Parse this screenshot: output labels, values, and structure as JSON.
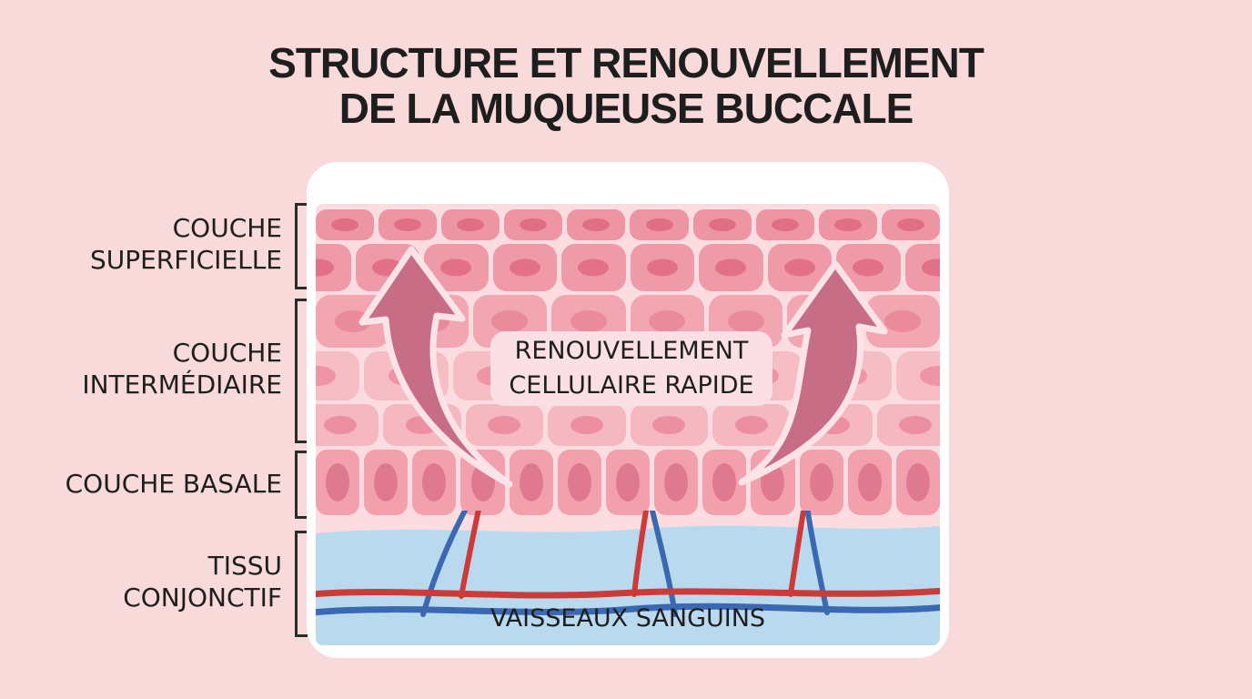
{
  "title": {
    "line1": "STRUCTURE ET RENOUVELLEMENT",
    "line2": "DE LA MUQUEUSE BUCCALE"
  },
  "layer_labels": {
    "superficielle": {
      "line1": "COUCHE",
      "line2": "SUPERFICIELLE"
    },
    "intermediaire": {
      "line1": "COUCHE",
      "line2": "INTERMÉDIAIRE"
    },
    "basale": {
      "line1": "COUCHE BASALE"
    },
    "conjonctif": {
      "line1": "TISSU",
      "line2": "CONJONCTIF"
    }
  },
  "diagram": {
    "annotation": {
      "line1": "RENOUVELLEMENT",
      "line2": "CELLULAIRE RAPIDE"
    },
    "vessels_label": "VAISSEAUX SANGUINS",
    "palette": {
      "background": "#f9dadb",
      "card": "#ffffff",
      "tissue_bg": "#fbdde1",
      "annotation_bg": "#fadfe4",
      "arrow": "#c76e86",
      "arrow_outline": "#fbe3e7",
      "connective": "#b9d9ee",
      "vessel_red": "#cc3a3a",
      "vessel_blue": "#3a69b2",
      "text_dark": "#1e1e1e"
    },
    "cell_rows": [
      {
        "layer": "superficielle",
        "count": 10,
        "height": 34,
        "offset": 0,
        "cell": "#ee95a3",
        "nucleus": "#e06e87",
        "nucleus_w": 30,
        "nucleus_h": 14,
        "radius": 12
      },
      {
        "layer": "superficielle",
        "count": 10,
        "height": 52,
        "offset": 32,
        "cell": "#ef9aa8",
        "nucleus": "#e27089",
        "nucleus_w": 34,
        "nucleus_h": 19,
        "radius": 15
      },
      {
        "layer": "intermediaire",
        "count": 8,
        "height": 58,
        "offset": 0,
        "cell": "#f2a6b2",
        "nucleus": "#ea8b9c",
        "nucleus_w": 40,
        "nucleus_h": 24,
        "radius": 16
      },
      {
        "layer": "intermediaire",
        "count": 8,
        "height": 54,
        "offset": 44,
        "cell": "#f6bdc5",
        "nucleus": "#ee94a4",
        "nucleus_w": 40,
        "nucleus_h": 22,
        "radius": 16
      },
      {
        "layer": "intermediaire",
        "count": 8,
        "height": 46,
        "offset": 16,
        "cell": "#f5b8c1",
        "nucleus": "#ec90a1",
        "nucleus_w": 36,
        "nucleus_h": 20,
        "radius": 14
      },
      {
        "layer": "basale",
        "count": 13,
        "height": 72,
        "offset": 0,
        "cell": "#f1a0ac",
        "nucleus": "#df7990",
        "nucleus_w": 26,
        "nucleus_h": 42,
        "radius": 13
      }
    ]
  }
}
